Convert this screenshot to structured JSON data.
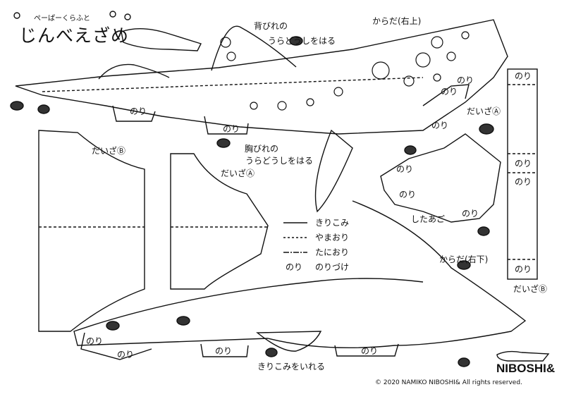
{
  "header": {
    "subtitle": "ぺーぱーくらふと",
    "title": "じんべえざめ"
  },
  "labels": {
    "dorsal_fin_1": "背びれの",
    "dorsal_fin_2": "うらどうしをはる",
    "body_upper_right": "からだ(右上)",
    "pectoral_fin_1": "胸びれの",
    "pectoral_fin_2": "うらどうしをはる",
    "stand_a_1": "だいざⒶ",
    "stand_a_2": "だいざⒶ",
    "stand_b_1": "だいざⒷ",
    "stand_b_2": "だいざⒷ",
    "lower_jaw": "したあご",
    "body_lower_right": "からだ(右下)",
    "cut_note": "きりこみをいれる"
  },
  "glue_label": "のり",
  "legend": [
    {
      "line": "solid",
      "label": "きりこみ"
    },
    {
      "line": "dashed",
      "label": "やまおり"
    },
    {
      "line": "dashdot",
      "label": "たにおり"
    },
    {
      "line": "のり",
      "label": "のりづけ"
    }
  ],
  "footer": {
    "logo": "NIBOSHI&",
    "copyright": "© 2020 NAMIKO  NIBOSHI&   All rights reserved."
  },
  "colors": {
    "ink": "#111111",
    "paper": "#ffffff"
  }
}
